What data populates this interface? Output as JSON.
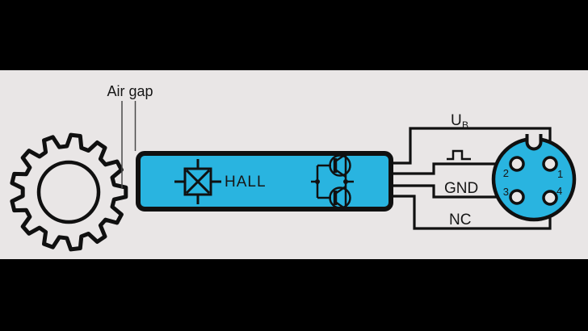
{
  "labels": {
    "air_gap": "Air gap",
    "hall": "HALL",
    "supply_main": "U",
    "supply_sub": "B",
    "gnd": "GND",
    "nc": "NC"
  },
  "connector": {
    "pins": [
      {
        "number": "1"
      },
      {
        "number": "2"
      },
      {
        "number": "3"
      },
      {
        "number": "4"
      }
    ]
  },
  "colors": {
    "background": "#e9e6e6",
    "letterbox": "#000000",
    "sensor_fill": "#29b4e0",
    "line": "#101010",
    "leader_line": "#4a4a4a"
  }
}
